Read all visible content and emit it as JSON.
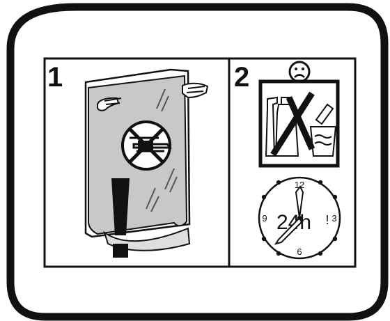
{
  "panel_1": {
    "number": "1",
    "icons": [
      "hand-icon",
      "no-cleaning-spray-icon",
      "exclamation-icon"
    ]
  },
  "panel_2": {
    "number": "2",
    "icons": [
      "sad-face-icon",
      "no-cleaning-products-icon",
      "clock-icon"
    ],
    "clock": {
      "numerals": {
        "top": "12",
        "right": "3",
        "bottom": "6",
        "left": "9"
      },
      "duration": "24h",
      "mark": "!"
    }
  },
  "colors": {
    "line": "#111111",
    "panel_fill": "#c8c8c8",
    "background": "#ffffff"
  }
}
